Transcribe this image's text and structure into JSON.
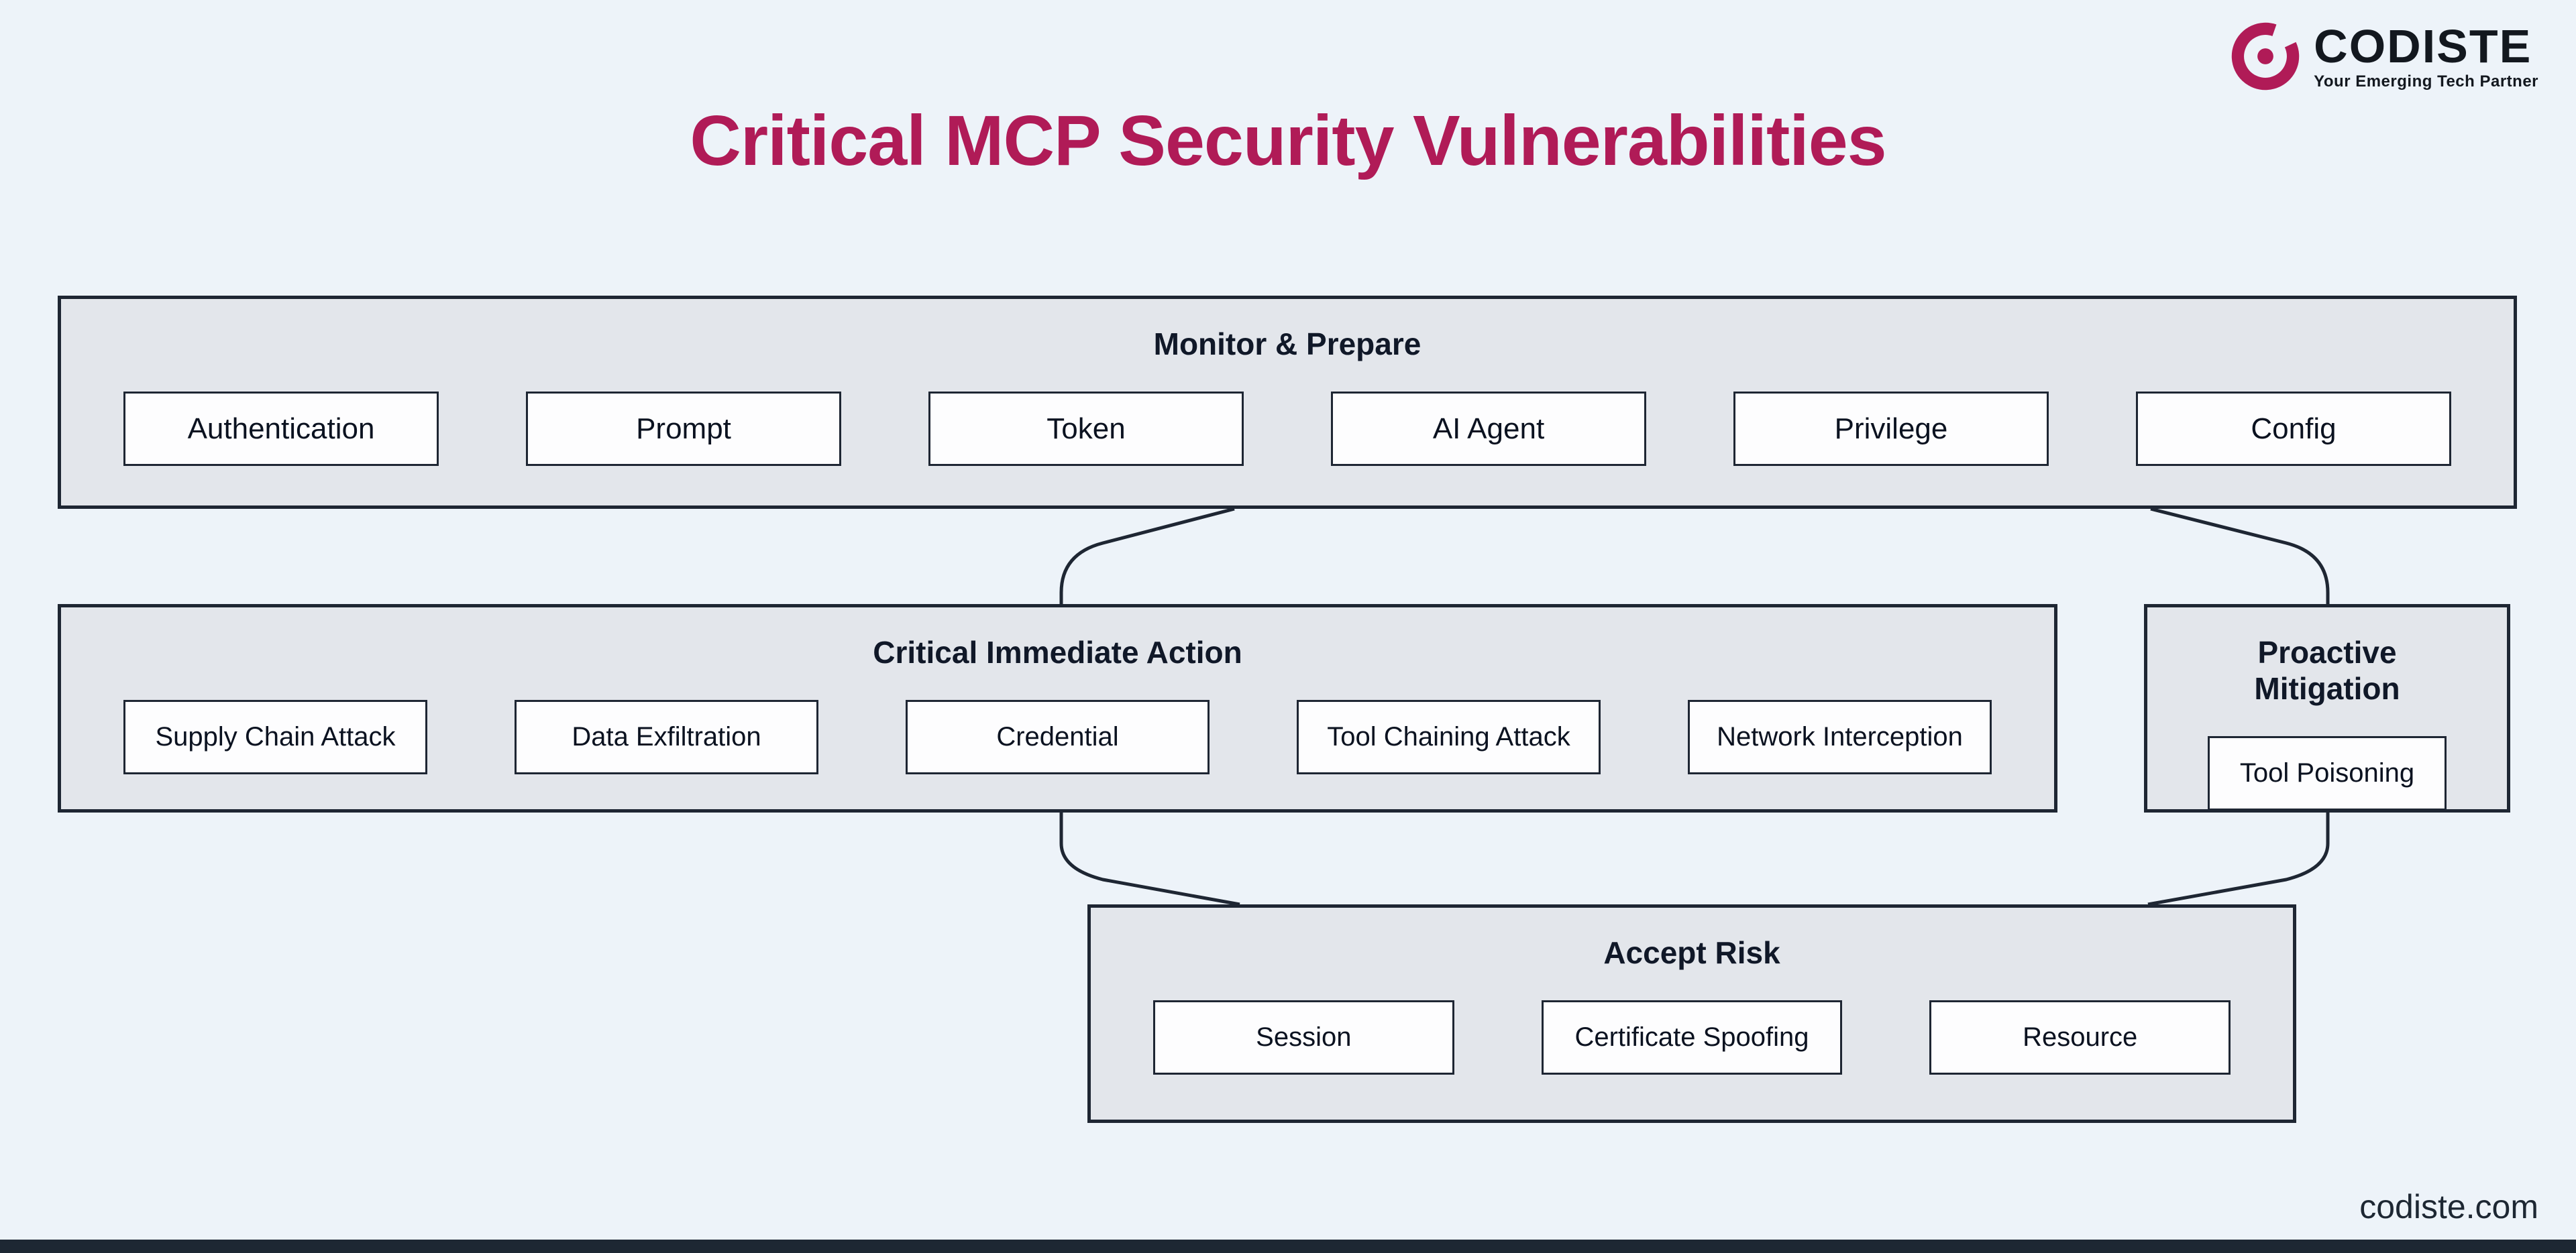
{
  "page": {
    "title": "Critical MCP Security Vulnerabilities",
    "footer_link": "codiste.com"
  },
  "logo": {
    "brand": "CODISTE",
    "tagline": "Your Emerging Tech Partner"
  },
  "groups": {
    "monitor": {
      "label": "Monitor & Prepare",
      "items": [
        "Authentication",
        "Prompt",
        "Token",
        "AI Agent",
        "Privilege",
        "Config"
      ]
    },
    "critical": {
      "label": "Critical Immediate Action",
      "items": [
        "Supply Chain Attack",
        "Data Exfiltration",
        "Credential",
        "Tool Chaining Attack",
        "Network Interception"
      ]
    },
    "proactive": {
      "label": "Proactive Mitigation",
      "items": [
        "Tool Poisoning"
      ]
    },
    "accept": {
      "label": "Accept Risk",
      "items": [
        "Session",
        "Certificate Spoofing",
        "Resource"
      ]
    }
  },
  "colors": {
    "accent": "#b01b57",
    "background": "#edf3f9",
    "group_fill": "#e3e6eb",
    "line": "#1e2633",
    "footer_bar": "#1d2733"
  }
}
